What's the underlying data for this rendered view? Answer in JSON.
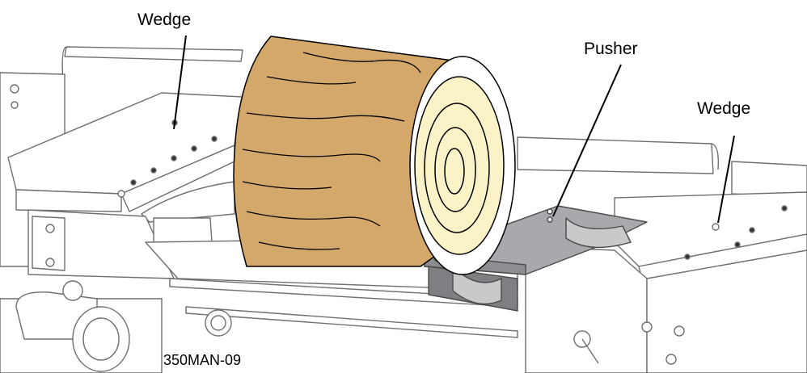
{
  "labels": {
    "wedge_left": "Wedge",
    "pusher": "Pusher",
    "wedge_right": "Wedge",
    "figure_id": "350MAN-09"
  },
  "colors": {
    "line": "#000000",
    "machine_fill": "#ffffff",
    "machine_stroke": "#6f6f6f",
    "log_bark": "#d4a86b",
    "log_face": "#fbf3c8",
    "pusher": "#a7a9ac",
    "pusher_dark": "#7d7f82"
  }
}
